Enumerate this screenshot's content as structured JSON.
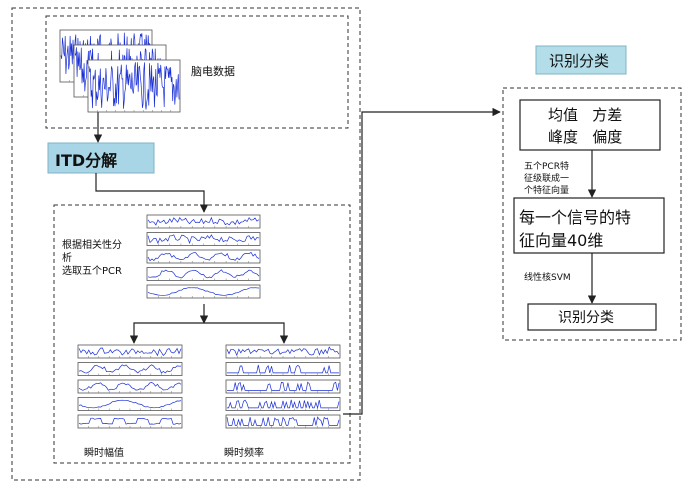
{
  "labels": {
    "eeg": "脑电数据",
    "itd": "ITD分解",
    "select": [
      "根据相关性分",
      "析",
      "选取五个PCR"
    ],
    "amp": "瞬时幅值",
    "freq": "瞬时频率",
    "classify_title": "识别分类",
    "features": [
      "均值   方差",
      "峰度   偏度"
    ],
    "concat": [
      "五个PCR特",
      "征级联成一",
      "个特征向量"
    ],
    "vector": [
      "每一个信号的特",
      "征向量40维"
    ],
    "svm": "线性核SVM",
    "result": "识别分类"
  },
  "colors": {
    "signal": "#1a2fd6",
    "itd_box": "#a9d6e6",
    "classify_title_box": "#b3dde9"
  }
}
